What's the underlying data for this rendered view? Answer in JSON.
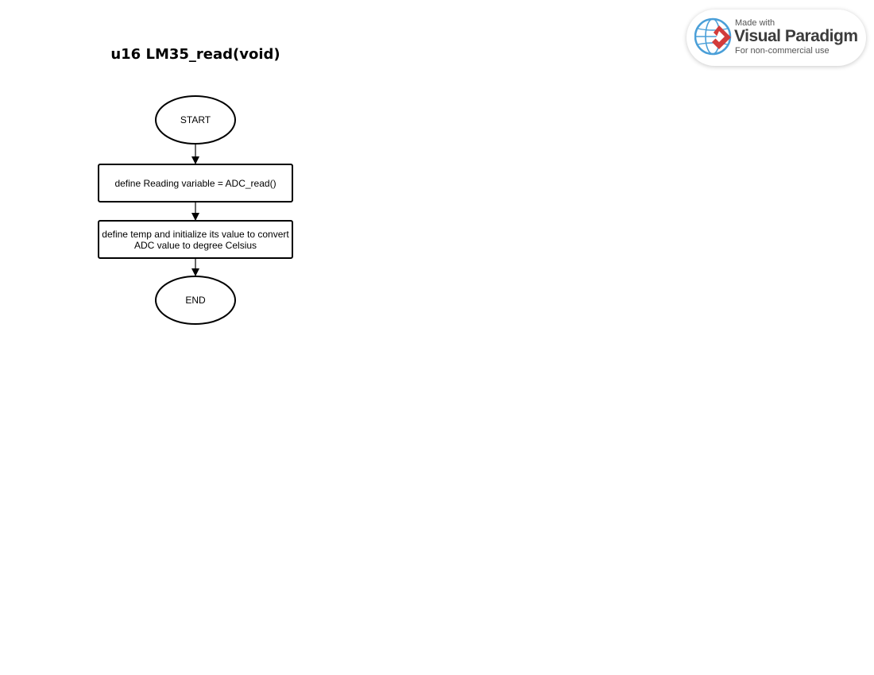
{
  "diagram": {
    "title": "u16 LM35_read(void)",
    "nodes": [
      {
        "id": "start",
        "shape": "ellipse",
        "label": "START"
      },
      {
        "id": "step1",
        "shape": "process",
        "label": "define Reading variable = ADC_read()"
      },
      {
        "id": "step2",
        "shape": "process",
        "label": "define temp and initialize its value to convert ADC value to degree Celsius"
      },
      {
        "id": "end",
        "shape": "ellipse",
        "label": "END"
      }
    ],
    "edges": [
      {
        "from": "start",
        "to": "step1"
      },
      {
        "from": "step1",
        "to": "step2"
      },
      {
        "from": "step2",
        "to": "end"
      }
    ]
  },
  "watermark": {
    "line1": "Made with",
    "line2": "Visual Paradigm",
    "line3": "For non-commercial use",
    "logo_icon": "visual-paradigm-logo-icon",
    "colors": {
      "globe": "#4a9fd8",
      "mark": "#d23b3b"
    }
  }
}
